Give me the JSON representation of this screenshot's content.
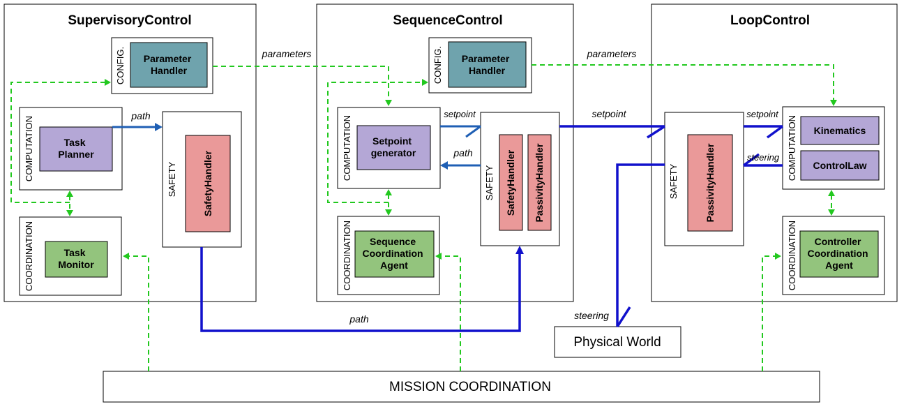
{
  "diagram": {
    "supervisory": {
      "title": "SupervisoryControl",
      "config_label": "CONFIG.",
      "computation_label": "COMPUTATION",
      "coordination_label": "COORDINATION",
      "safety_label": "SAFETY",
      "parameter_handler": [
        "Parameter",
        "Handler"
      ],
      "task_planner": [
        "Task",
        "Planner"
      ],
      "task_monitor": [
        "Task",
        "Monitor"
      ],
      "safety_handler": "SafetyHandler"
    },
    "sequence": {
      "title": "SequenceControl",
      "config_label": "CONFIG.",
      "computation_label": "COMPUTATION",
      "coordination_label": "COORDINATION",
      "safety_label": "SAFETY",
      "parameter_handler": [
        "Parameter",
        "Handler"
      ],
      "setpoint_generator": [
        "Setpoint",
        "generator"
      ],
      "coordination_agent": [
        "Sequence",
        "Coordination",
        "Agent"
      ],
      "safety_handler": "SafetyHandler",
      "passivity_handler": "PassivityHandler"
    },
    "loop": {
      "title": "LoopControl",
      "computation_label": "COMPUTATION",
      "coordination_label": "COORDINATION",
      "safety_label": "SAFETY",
      "kinematics": "Kinematics",
      "control_law": "ControlLaw",
      "coordination_agent": [
        "Controller",
        "Coordination",
        "Agent"
      ],
      "passivity_handler": "PassivityHandler"
    },
    "edges": {
      "parameters_1": "parameters",
      "parameters_2": "parameters",
      "path_1": "path",
      "path_2": "path",
      "path_3": "path",
      "setpoint_1": "setpoint",
      "setpoint_2": "setpoint",
      "setpoint_3": "setpoint",
      "steering_1": "steering",
      "steering_2": "steering"
    },
    "physical_world": "Physical World",
    "mission_coordination": "MISSION COORDINATION",
    "colors": {
      "config": "#6fa3ad",
      "computation": "#b4a7d6",
      "coordination": "#93c47d",
      "safety": "#ea9999",
      "data_flow": "#1111cc",
      "event_flow": "#22c81f"
    }
  }
}
